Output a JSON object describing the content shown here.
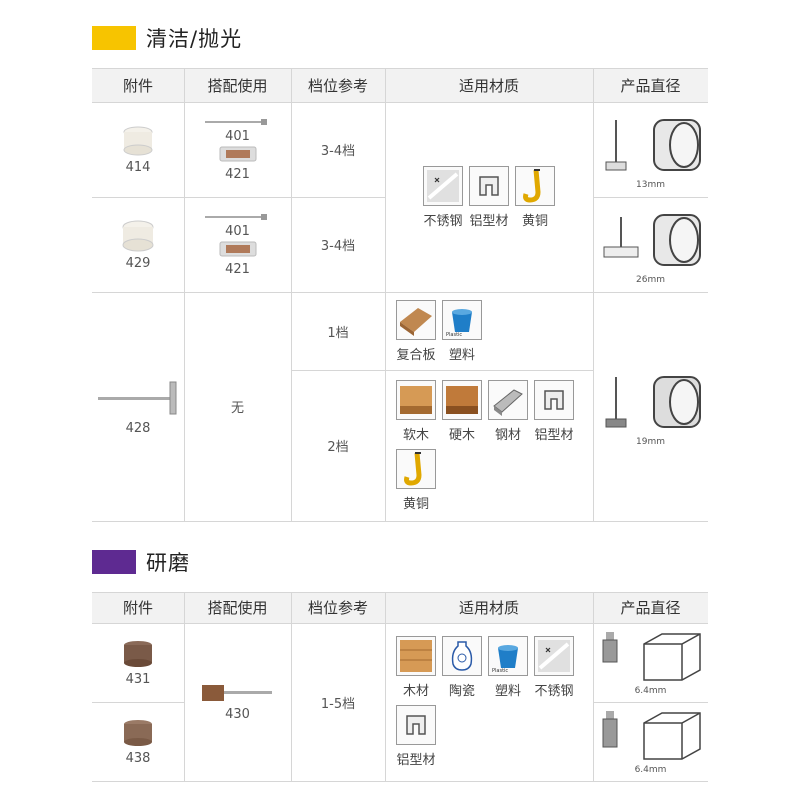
{
  "section1": {
    "title": "清洁/抛光",
    "color": "#F7C400",
    "headers": [
      "附件",
      "搭配使用",
      "档位参考",
      "适用材质",
      "产品直径"
    ],
    "rows": [
      {
        "attachment": "414",
        "mandrels": [
          "401",
          "421"
        ],
        "speed": "3-4档",
        "diameter": "13mm"
      },
      {
        "attachment": "429",
        "mandrels": [
          "401",
          "421"
        ],
        "speed": "3-4档",
        "diameter": "26mm"
      },
      {
        "attachment": "428",
        "mandrels_text": "无",
        "speeds": [
          "1档",
          "2档"
        ],
        "diameter": "19mm"
      }
    ],
    "materials_a": [
      "不锈钢",
      "铝型材",
      "黄铜"
    ],
    "materials_b": [
      "复合板",
      "塑料"
    ],
    "materials_c": [
      "软木",
      "硬木",
      "钢材",
      "铝型材",
      "黄铜"
    ],
    "plastic_tag": "Plastic"
  },
  "section2": {
    "title": "研磨",
    "color": "#5E2A91",
    "headers": [
      "附件",
      "搭配使用",
      "档位参考",
      "适用材质",
      "产品直径"
    ],
    "attachments": [
      "431",
      "438"
    ],
    "mandrel": "430",
    "speed": "1-5档",
    "materials": [
      "木材",
      "陶瓷",
      "塑料",
      "不锈钢",
      "铝型材"
    ],
    "diameters": [
      "6.4mm",
      "6.4mm"
    ],
    "plastic_tag": "Plastic"
  }
}
